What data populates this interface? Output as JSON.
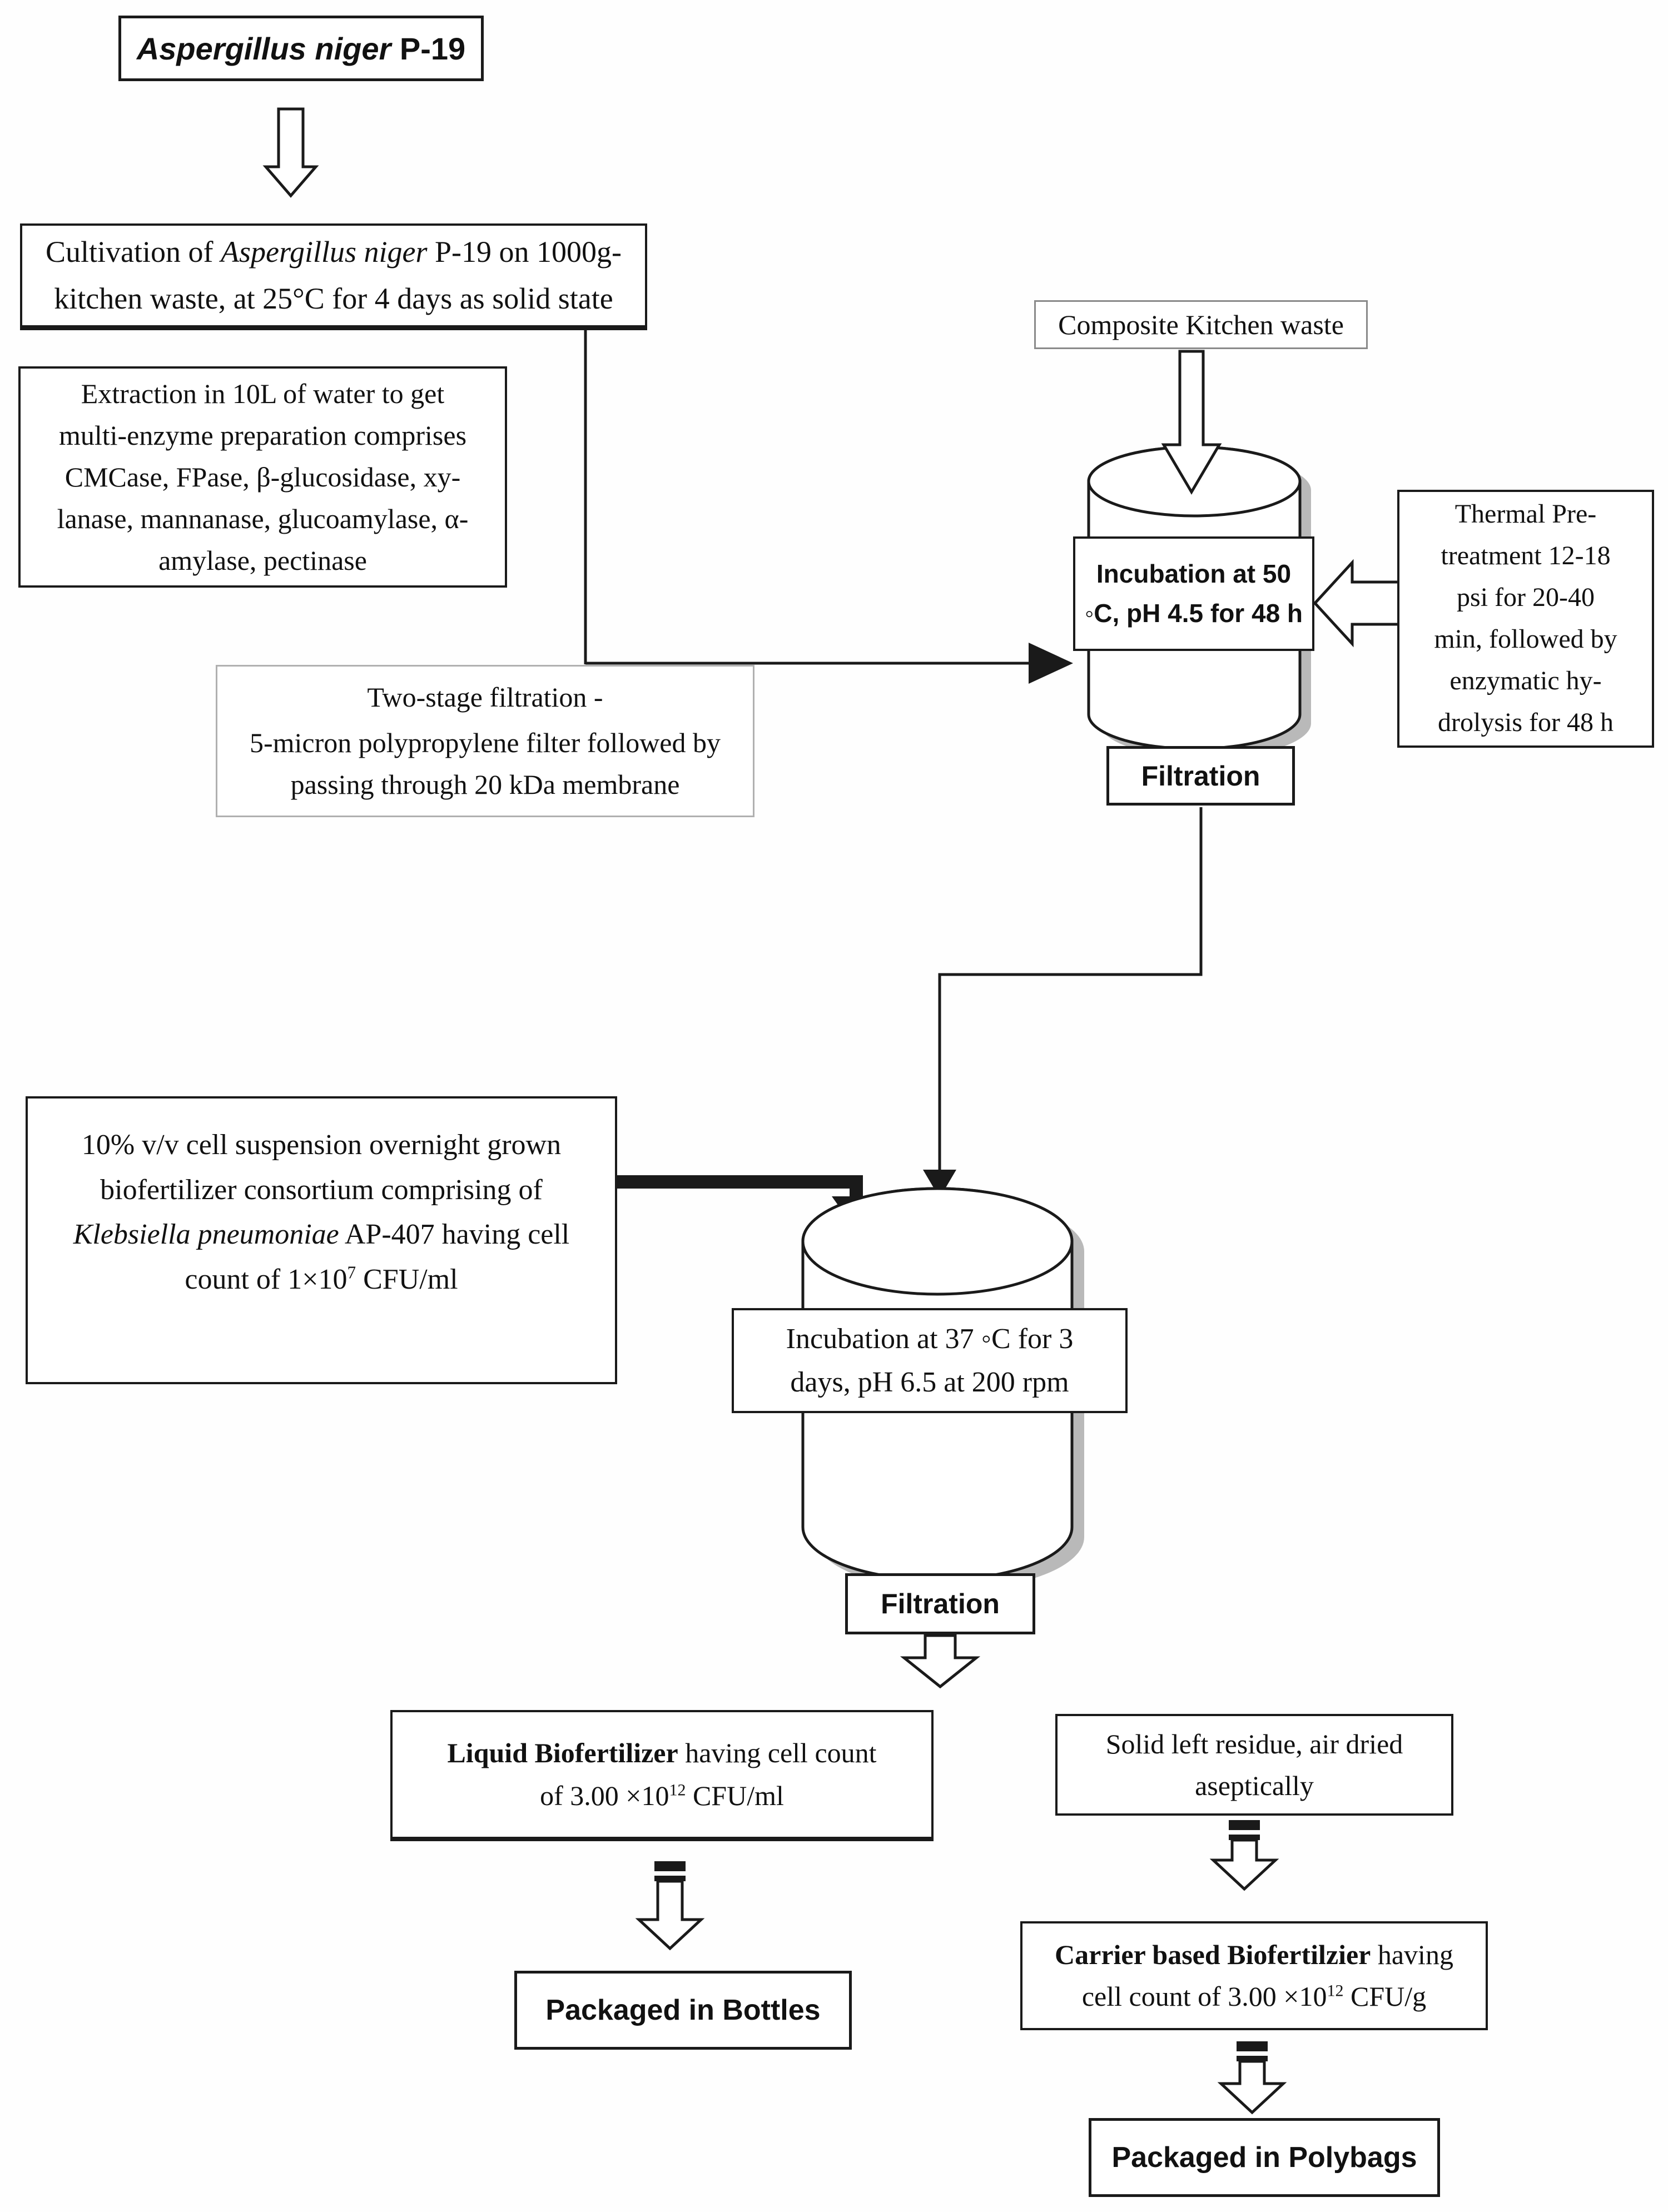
{
  "colors": {
    "ink": "#1a1a1a",
    "shadow": "#b9b9b9",
    "light_border": "#8a8a8a"
  },
  "diagram": {
    "aspergillus": {
      "italic": "Aspergillus niger",
      "rest": " P-19"
    },
    "cultivation": {
      "pre": "Cultivation of ",
      "italic": "Aspergillus niger",
      "post": " P-19 on 1000g-",
      "line2": "kitchen waste, at 25°C for 4 days as solid state"
    },
    "extraction": {
      "lines": [
        "Extraction in 10L of water to get",
        "multi-enzyme preparation comprises",
        "CMCase, FPase, β-glucosidase, xy-",
        "lanase, mannanase, glucoamylase, α-",
        "amylase, pectinase"
      ]
    },
    "composite": {
      "label": "Composite Kitchen waste"
    },
    "incubation1": {
      "line1": "Incubation at 50",
      "line2": "◦C, pH 4.5  for 48 h"
    },
    "thermal": {
      "lines": [
        "Thermal Pre-",
        "treatment 12-18",
        "psi for 20-40",
        "min, followed by",
        "enzymatic hy-",
        "drolysis for 48 h"
      ]
    },
    "twostage": {
      "line1": "Two-stage filtration -",
      "line2": "5-micron polypropylene filter followed by",
      "line3": "passing through 20 kDa membrane"
    },
    "filtration1": {
      "label": "Filtration"
    },
    "suspension": {
      "line1": "10% v/v cell suspension overnight grown",
      "line2": "biofertilizer consortium comprising of",
      "line3_italic": "Klebsiella pneumoniae",
      "line3_rest": " AP-407 having cell",
      "line4_pre": "count of 1×10",
      "line4_sup": "7",
      "line4_post": " CFU/ml"
    },
    "incubation2": {
      "line1": "Incubation at 37 ◦C for 3",
      "line2": "days, pH 6.5 at 200 rpm"
    },
    "filtration2": {
      "label": "Filtration"
    },
    "liquid": {
      "bold": "Liquid Biofertilizer",
      "rest": " having cell count",
      "line2_pre": "of 3.00 ×10",
      "line2_sup": "12",
      "line2_post": " CFU/ml"
    },
    "solid": {
      "line1": "Solid left residue, air dried",
      "line2": "aseptically"
    },
    "bottles": {
      "label": "Packaged in Bottles"
    },
    "carrier": {
      "bold": "Carrier based Biofertilzier",
      "rest": " having",
      "line2_pre": "cell count of 3.00 ×10",
      "line2_sup": "12",
      "line2_post": " CFU/g"
    },
    "polybags": {
      "label": "Packaged in Polybags"
    }
  }
}
